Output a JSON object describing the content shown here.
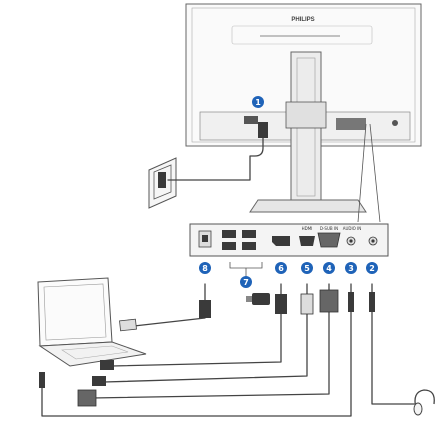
{
  "monitor": {
    "brand": "PHILIPS"
  },
  "ports_panel": {
    "labels": [
      "HDMI",
      "D-SUB IN",
      "AUDIO IN"
    ]
  },
  "callouts": [
    "1",
    "2",
    "3",
    "4",
    "5",
    "6",
    "7",
    "8"
  ],
  "icons": [
    "monitor-back-icon",
    "power-outlet-icon",
    "laptop-icon",
    "headphones-icon",
    "usb-hub-icon",
    "kensington-lock-icon"
  ],
  "colors": {
    "callout_badge": "#1f63b8",
    "line": "#444444",
    "panel": "#f4f4f4"
  }
}
